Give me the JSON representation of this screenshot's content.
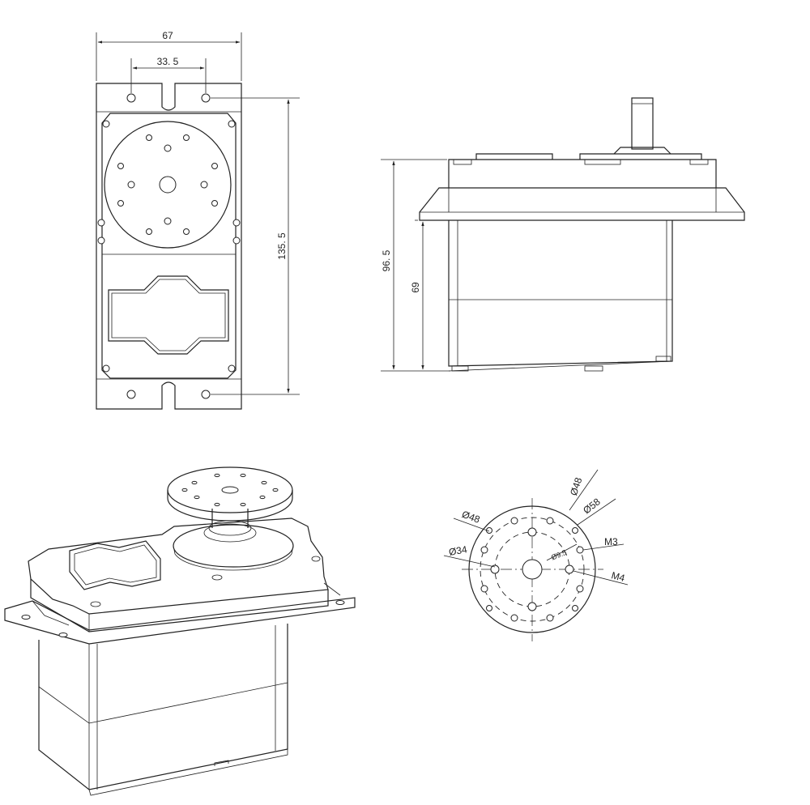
{
  "top_view": {
    "width_label": "67",
    "hole_spacing_label": "33. 5",
    "height_label": "135. 5"
  },
  "side_view": {
    "total_height_label": "96. 5",
    "body_height_label": "69"
  },
  "horn_detail": {
    "d48_outer_label": "Ø48",
    "d58_label": "Ø58",
    "d48_label": "Ø48",
    "d34_label": "Ø34",
    "d9_5_label": "Ø9.5",
    "m3_label": "M3",
    "m4_label": "M4"
  }
}
